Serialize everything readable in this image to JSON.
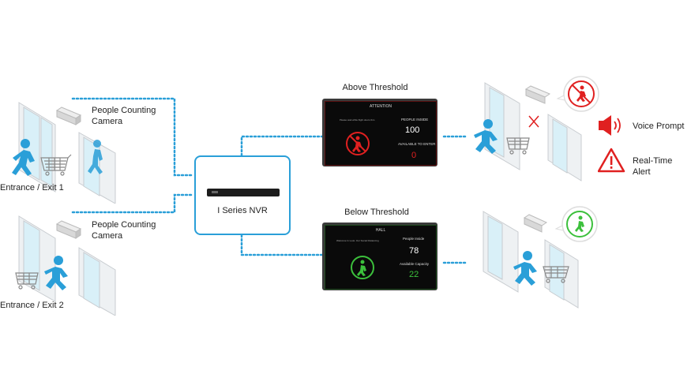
{
  "nvr": {
    "label": "I Series NVR"
  },
  "entrance1": {
    "camera_label_1": "People Counting",
    "camera_label_2": "Camera",
    "label": "Entrance / Exit 1"
  },
  "entrance2": {
    "camera_label_1": "People Counting",
    "camera_label_2": "Camera",
    "label": "Entrance / Exit 2"
  },
  "above": {
    "title": "Above Threshold",
    "screen_header": "ATTENTION",
    "screen_message": "Please wait while flight doors tbm",
    "people_inside_label": "PEOPLE INSIDE",
    "people_inside_value": "100",
    "available_label": "AVAILABLE TO ENTER",
    "available_value": "0",
    "accent": "#e02020"
  },
  "below": {
    "title": "Below Threshold",
    "screen_header": "HALL",
    "screen_message": "Welcome In Look. Our Social Distancing",
    "people_inside_label": "People Inside",
    "people_inside_value": "78",
    "available_label": "Available Capacity",
    "available_value": "22",
    "accent": "#3cc03c"
  },
  "alerts": {
    "voice_prompt": "Voice Prompt",
    "realtime_alert": "Real-Time Alert"
  },
  "colors": {
    "line": "#2a9fd8",
    "person": "#2a9fd8",
    "alert_red": "#e02020",
    "ok_green": "#3cc03c"
  }
}
